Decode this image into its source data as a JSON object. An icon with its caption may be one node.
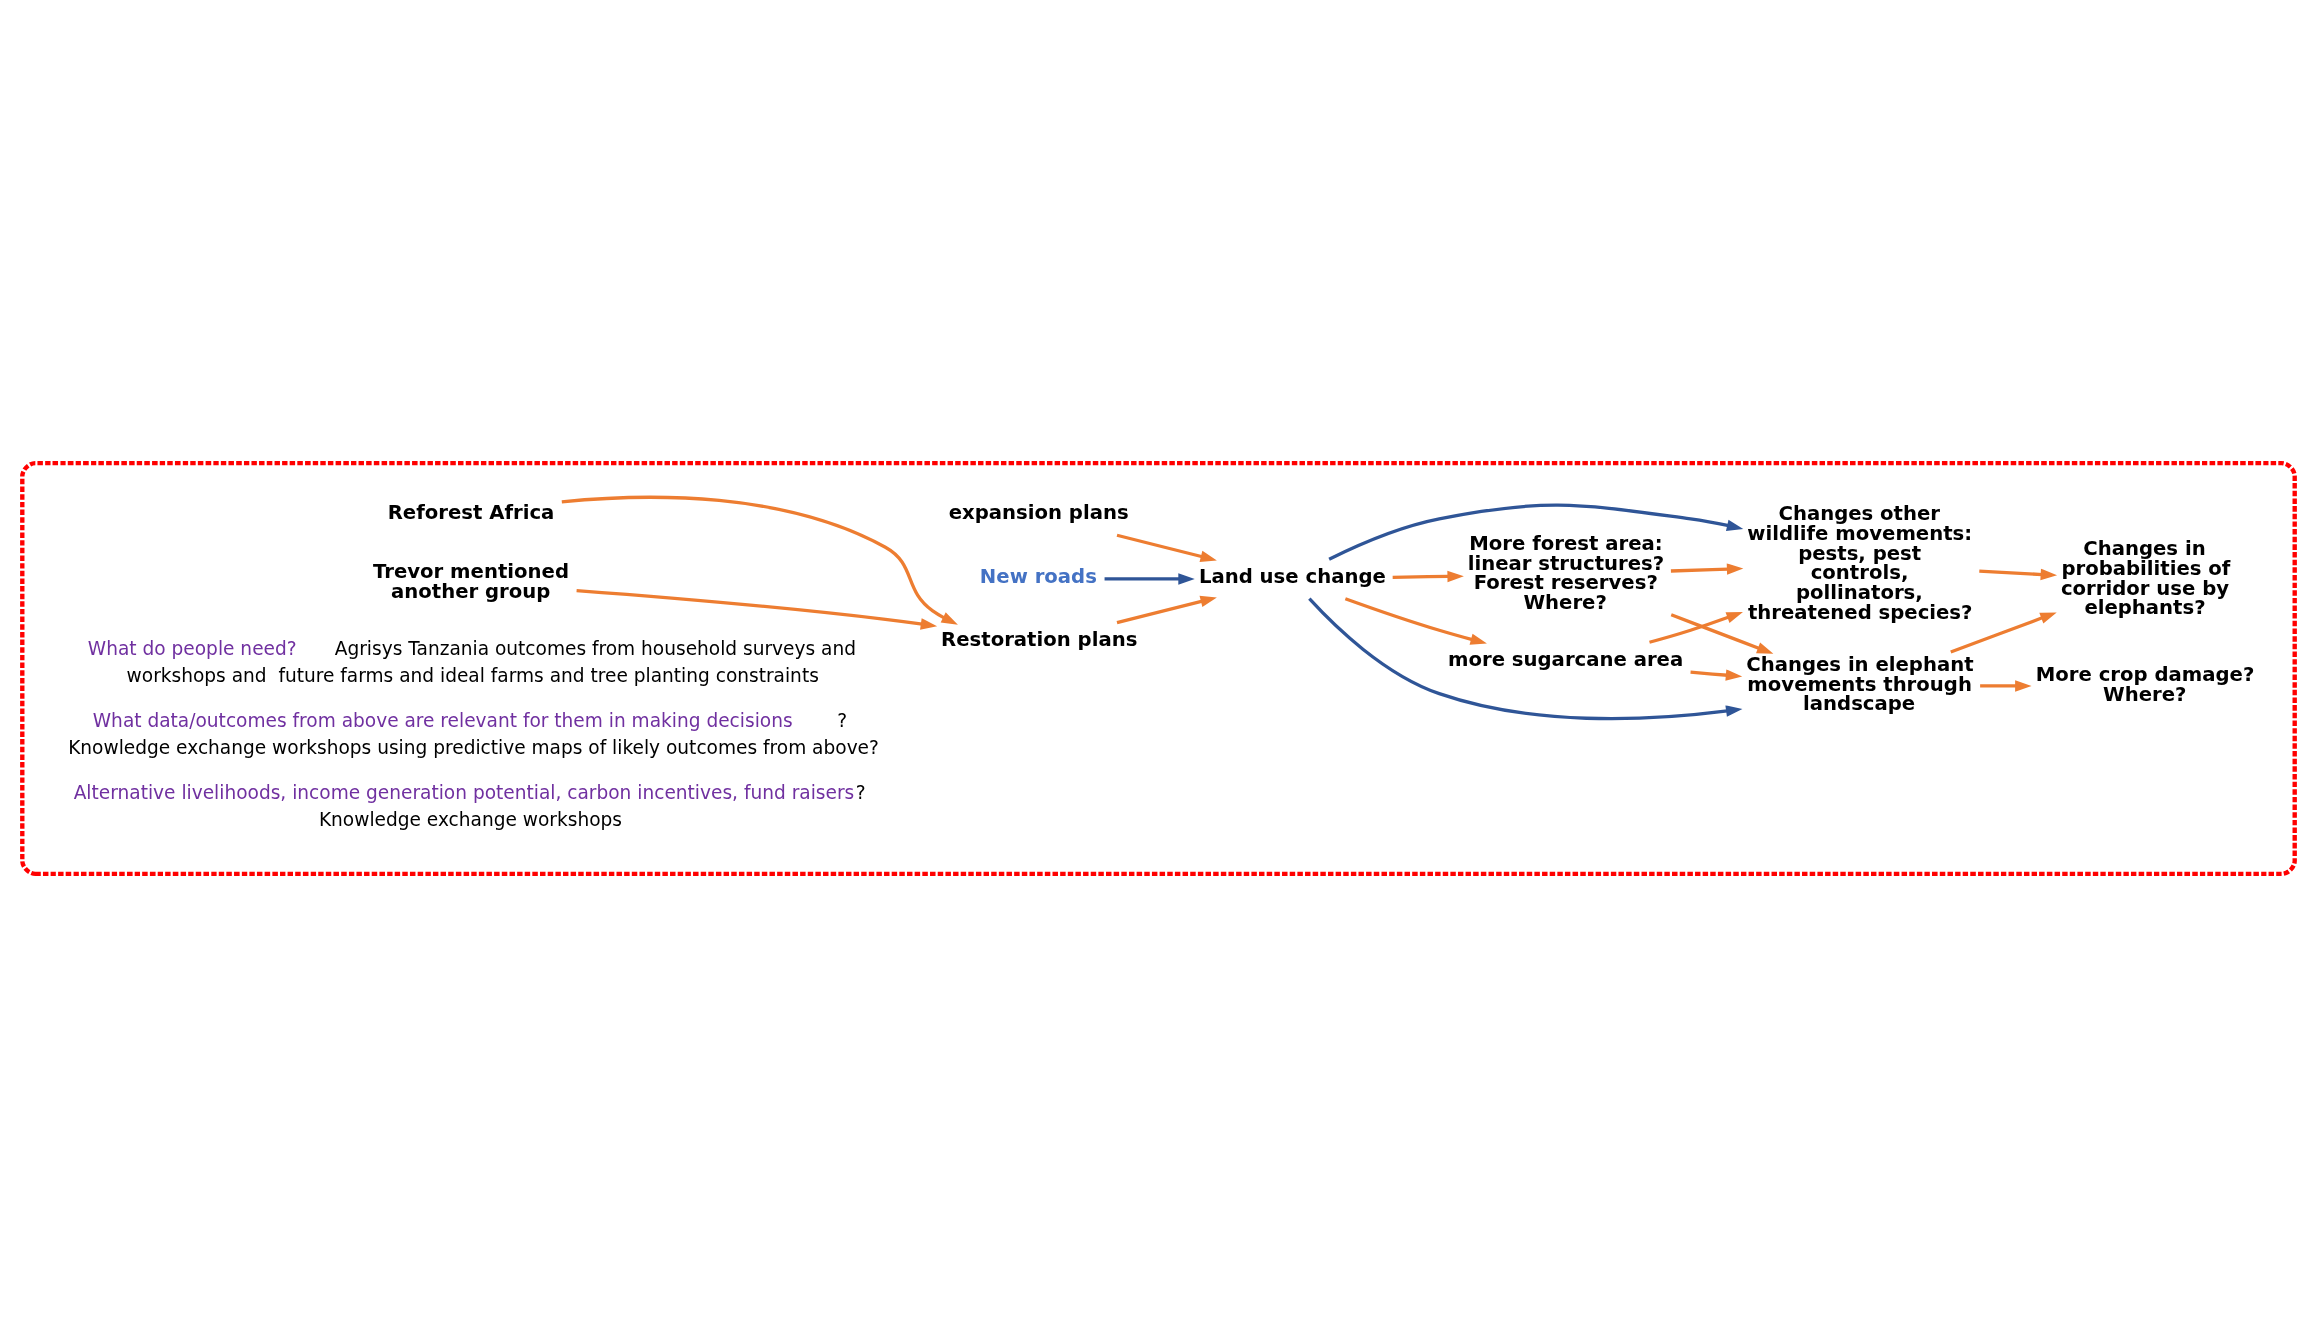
{
  "diagram": {
    "nodes": [
      {
        "text": [],
        "shape": "box"
      },
      {
        "text": [
          "expansion plans"
        ],
        "in": 0
      },
      {
        "text": [
          "New roads"
        ],
        "in": 0
      },
      {
        "text": [
          "Land use change"
        ],
        "in": 0
      },
      {
        "text": [
          "Reforest Africa"
        ],
        "in": 0
      },
      {
        "text": [
          "Restoration plans"
        ],
        "in": 0
      },
      {
        "text": [
          "Trevor mentioned another group"
        ],
        "in": 0
      },
      {
        "text": [
          "more sugarcane area"
        ],
        "in": 0
      },
      {
        "text": [
          "More forest area: linear structures? Forest reserves? Where?"
        ],
        "in": 0
      },
      {
        "text": [
          "Changes in elephant movements through landscape"
        ],
        "in": 0
      },
      {
        "text": [
          "More crop damage? Where?"
        ],
        "in": 0
      },
      {
        "text": [
          "Changes other wildlife movements: pests, pest controls, pollinators, threatened species?"
        ],
        "in": 0
      },
      {
        "text": [
          "Changes in probabilities of corridor use by elephants?"
        ],
        "in": 0
      }
    ],
    "edges": [
      {
        "from": 1,
        "to": 3,
        "arrow": "to"
      },
      {
        "from": 2,
        "to": 3,
        "arrow": "to",
        "color": "#2f5597"
      },
      {
        "from": 4,
        "to": 5,
        "arrow": "to"
      },
      {
        "from": 6,
        "to": 5,
        "arrow": "to"
      },
      {
        "from": 5,
        "to": 3,
        "arrow": "to"
      },
      {
        "from": 3,
        "to": 7,
        "arrow": "to"
      },
      {
        "from": 3,
        "to": 8,
        "arrow": "to"
      },
      {
        "from": 3,
        "to": 9,
        "arrow": "to",
        "color": "#2f5597"
      },
      {
        "from": 3,
        "to": 11,
        "arrow": "to",
        "color": "#2f5597"
      },
      {
        "from": 7,
        "to": 9,
        "arrow": "to"
      },
      {
        "from": 7,
        "to": 11,
        "arrow": "to"
      },
      {
        "from": 8,
        "to": 9,
        "arrow": "to"
      },
      {
        "from": 8,
        "to": 11,
        "arrow": "to"
      },
      {
        "from": 9,
        "to": 10,
        "arrow": "to"
      },
      {
        "from": 9,
        "to": 12,
        "arrow": "to"
      },
      {
        "from": 11,
        "to": 12,
        "arrow": "to"
      }
    ],
    "labels": [
      "What do people need?",
      "Agrisys Tanzania outcomes from household surveys and",
      "workshops and  future farms and ideal farms and tree planting constraints",
      "What data/outcomes from above are relevant for them in making decisions",
      "?",
      "Knowledge exchange workshops using predictive maps of likely outcomes from above?",
      "Alternative livelihoods, income generation potential, carbon incentives, fund raisers",
      "?",
      "Knowledge exchange workshops"
    ]
  }
}
